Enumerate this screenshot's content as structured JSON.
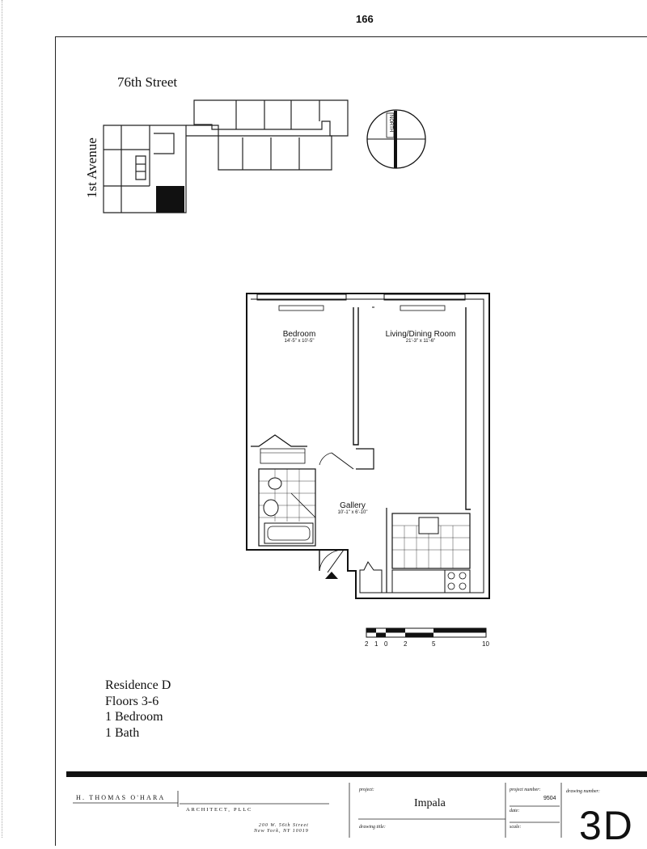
{
  "page_number": "166",
  "keymap": {
    "street_label": "76th Street",
    "avenue_label": "1st Avenue",
    "north_label": "NORTH"
  },
  "rooms": {
    "bedroom": {
      "name": "Bedroom",
      "dims": "14'-5\" x 10'-5\""
    },
    "living": {
      "name": "Living/Dining Room",
      "dims": "21'-3\" x 11'-6\""
    },
    "gallery": {
      "name": "Gallery",
      "dims": "10'-1\" x 6'-10\""
    }
  },
  "scale_bar": {
    "labels": [
      "2",
      "1",
      "0",
      "2",
      "5",
      "10"
    ]
  },
  "info": {
    "residence": "Residence D",
    "floors": "Floors 3-6",
    "bedrooms": "1 Bedroom",
    "baths": "1 Bath"
  },
  "title_block": {
    "firm_name": "H. THOMAS O'HARA",
    "firm_sub": "ARCHITECT, PLLC",
    "address_line1": "200 W. 56th Street",
    "address_line2": "New York, NY 10019",
    "project_label": "project:",
    "project_value": "Impala",
    "project_number_label": "project number:",
    "project_number_value": "9504",
    "date_label": "date:",
    "scale_label": "scale:",
    "drawing_title_label": "drawing title:",
    "drawing_number_label": "drawing number:",
    "drawing_number_value": "3D"
  }
}
